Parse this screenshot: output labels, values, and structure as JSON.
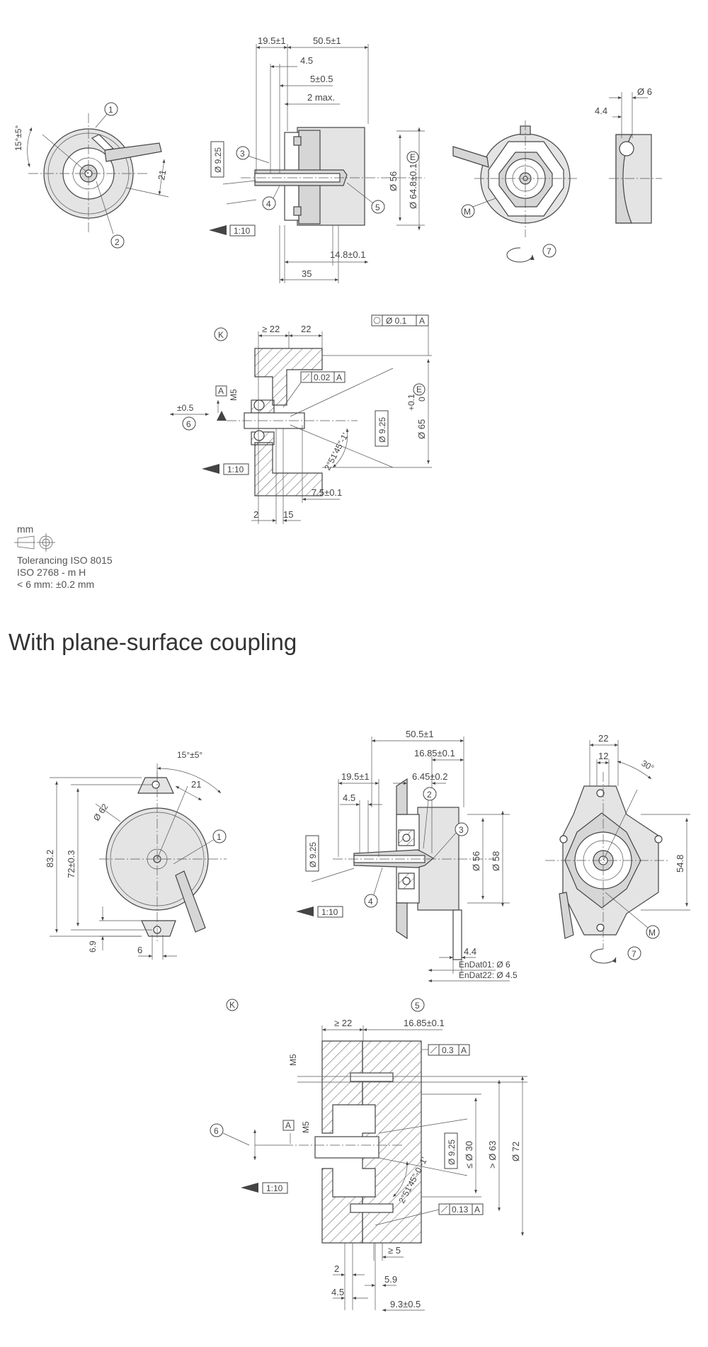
{
  "section2": {
    "heading": "With plane-surface coupling"
  },
  "notes": {
    "unit": "mm",
    "tolerancing": [
      "Tolerancing ISO 8015",
      "ISO 2768 - m H",
      "< 6 mm: ±0.2 mm"
    ]
  },
  "callouts": {
    "c1": "1",
    "c2": "2",
    "c3": "3",
    "c4": "4",
    "c5": "5",
    "c6": "6",
    "c7": "7",
    "m": "M",
    "k": "K",
    "e": "E",
    "a": "A"
  },
  "drawing1": {
    "front": {
      "angle": "15°±5°",
      "d21": "21"
    },
    "side": {
      "d19_5": "19.5±1",
      "d50_5": "50.5±1",
      "d4_5": "4.5",
      "d5": "5±0.5",
      "d2max": "2 max.",
      "d9_25": "Ø 9.25",
      "d56": "Ø 56",
      "d64_8": "Ø 64.8±0.1",
      "d14_8": "14.8±0.1",
      "d35": "35",
      "scale": "1:10"
    },
    "rear": {
      "d6": "Ø 6",
      "d4_4": "4.4"
    }
  },
  "drawing2": {
    "m5": "M5",
    "d22a": "≥ 22",
    "d22b": "22",
    "conc": "Ø 0.1",
    "runout": "0.02",
    "d05": "±0.5",
    "d9_25": "Ø 9.25",
    "d65": "Ø 65",
    "d65tol_up": "+0.1",
    "d65tol_lo": "0",
    "taper": "2°51'45\"-1'",
    "d7_5": "7.5±0.1",
    "d2": "2",
    "d15": "15",
    "scale": "1:10"
  },
  "drawing3": {
    "front": {
      "angle": "15°±5°",
      "d21": "21",
      "d62": "Ø 62",
      "d83": "83.2",
      "d72": "72±0.3",
      "d6_9": "6.9",
      "d6": "6"
    },
    "side": {
      "d50_5": "50.5±1",
      "d16_85": "16.85±0.1",
      "d19_5": "19.5±1",
      "d6_45": "6.45±0.2",
      "d4_5": "4.5",
      "d9_25": "Ø 9.25",
      "d56": "Ø 56",
      "d58": "Ø 58",
      "d4_4": "4.4",
      "endat01": "EnDat01: Ø 6",
      "endat22": "EnDat22: Ø 4.5",
      "scale": "1:10"
    },
    "rear": {
      "d22": "22",
      "d12": "12",
      "angle30": "30°",
      "d54_8": "54.8"
    }
  },
  "drawing4": {
    "d22": "≥ 22",
    "d16_85": "16.85±0.1",
    "m5a": "M5",
    "m5b": "M5",
    "runout1": "0.3",
    "runout2": "0.13",
    "d9_25": "Ø 9.25",
    "d30": "≤ Ø 30",
    "d63": "> Ø 63",
    "d72": "Ø 72",
    "taper": "2°51'45\"-0 -1'",
    "d5": "≥ 5",
    "d2": "2",
    "d5_9": "5.9",
    "d4_5": "4.5",
    "d9_3": "9.3±0.5",
    "scale": "1:10"
  }
}
